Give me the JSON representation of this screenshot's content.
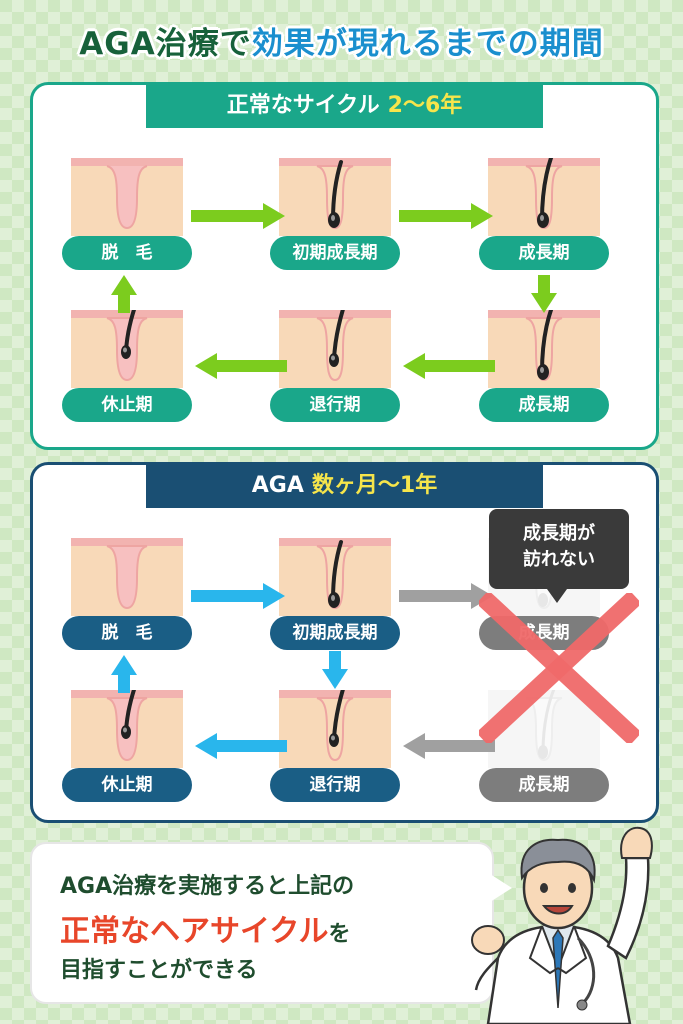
{
  "title": {
    "part1": "AGA治療で",
    "part2": "効果が現れるまでの期間"
  },
  "normal": {
    "label": "正常なサイクル",
    "period": "2〜6年",
    "stages": {
      "shedding": "脱　毛",
      "early": "初期成長期",
      "growth1": "成長期",
      "growth2": "成長期",
      "regression": "退行期",
      "resting": "休止期"
    }
  },
  "aga": {
    "label": "AGA",
    "period": "数ヶ月〜1年",
    "stages": {
      "shedding": "脱　毛",
      "early": "初期成長期",
      "growth1": "成長期",
      "growth2": "成長期",
      "regression": "退行期",
      "resting": "休止期"
    },
    "bubble": {
      "line1": "成長期が",
      "line2": "訪れない"
    }
  },
  "message": {
    "line1": "AGA治療を実施すると上記の",
    "highlight": "正常なヘアサイクル",
    "line2_rest": "を",
    "line3": "目指すことができる"
  },
  "colors": {
    "normal": "#1aa78a",
    "aga": "#1a4f73",
    "green_arrow": "#7ccc1e",
    "blue_arrow": "#29b6ec",
    "gray_arrow": "#a0a0a0",
    "cross": "#f06a6a"
  }
}
